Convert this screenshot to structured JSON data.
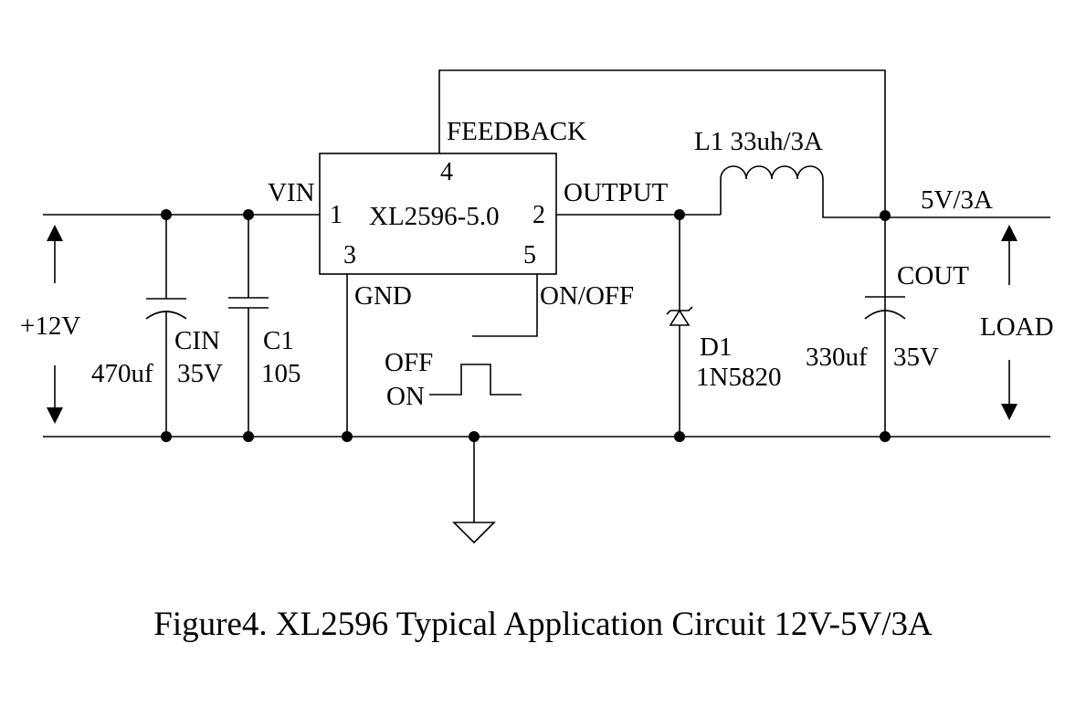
{
  "labels": {
    "input_voltage": "+12V",
    "cin_name": "CIN",
    "cin_value": "470uf",
    "cin_voltage": "35V",
    "c1_name": "C1",
    "c1_value": "105",
    "ic_part": "XL2596-5.0",
    "pin_vin": "VIN",
    "pin_feedback": "FEEDBACK",
    "pin_output": "OUTPUT",
    "pin_gnd": "GND",
    "pin_onoff": "ON/OFF",
    "pin1": "1",
    "pin2": "2",
    "pin3": "3",
    "pin4": "4",
    "pin5": "5",
    "switch_off": "OFF",
    "switch_on": "ON",
    "l1": "L1 33uh/3A",
    "d1_name": "D1",
    "d1_part": "1N5820",
    "cout_name": "COUT",
    "cout_value": "330uf",
    "cout_voltage": "35V",
    "output_spec": "5V/3A",
    "load": "LOAD"
  },
  "caption": "Figure4. XL2596 Typical Application Circuit 12V-5V/3A"
}
